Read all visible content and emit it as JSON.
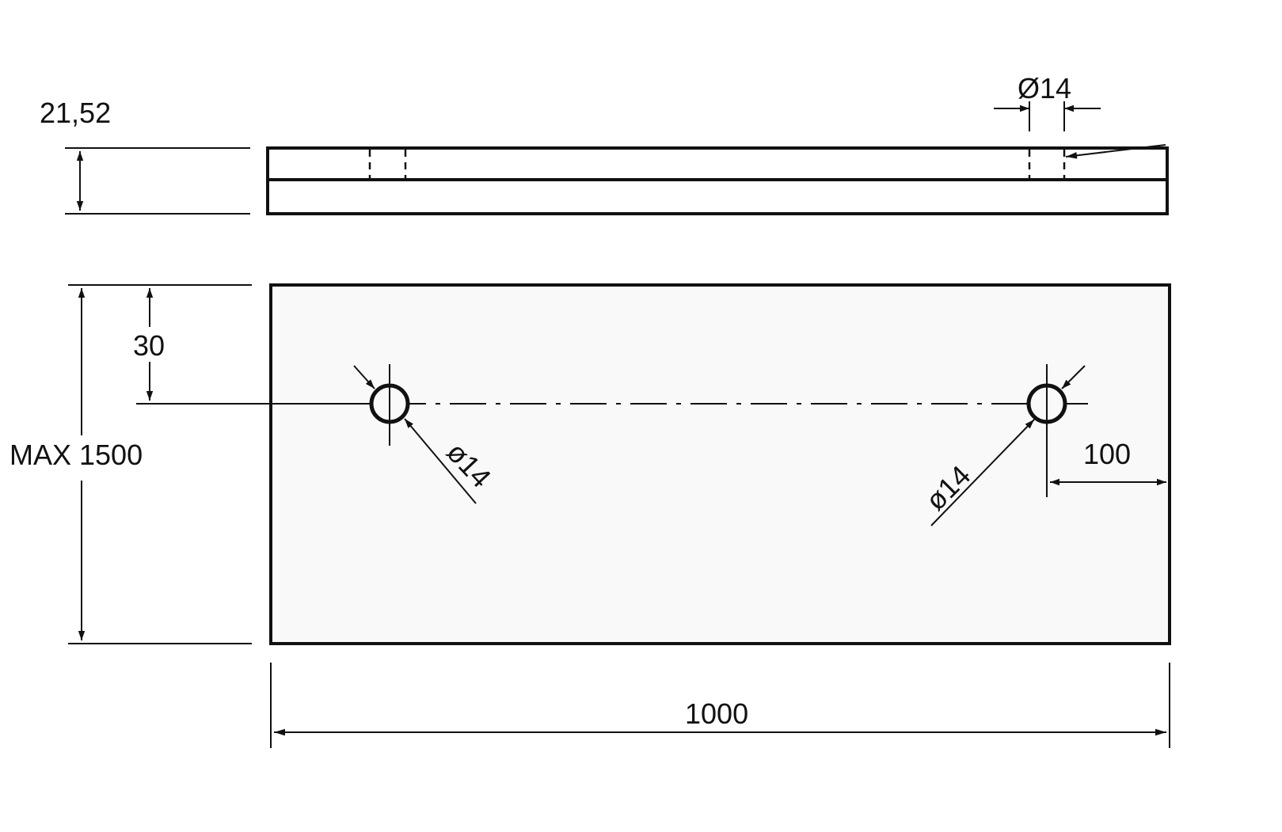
{
  "side_view": {
    "thickness_dim": "21,52",
    "hole_dia_dim": "Ø14"
  },
  "top_view": {
    "height_dim": "MAX 1500",
    "hole_offset_top_dim": "30",
    "hole_left_dia": "ø14",
    "hole_right_dia": "ø14",
    "hole_offset_right_dim": "100",
    "width_dim": "1000"
  },
  "colors": {
    "line": "#111111",
    "plate_fill": "#f9f9f9",
    "background": "#ffffff"
  }
}
